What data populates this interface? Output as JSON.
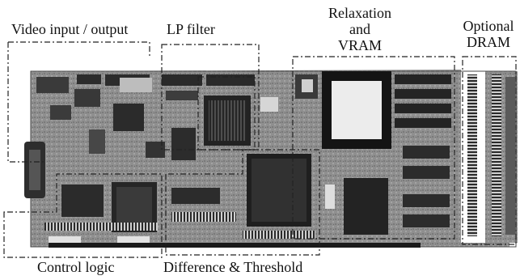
{
  "labels": {
    "video_io": "Video input / output",
    "lp_filter": "LP filter",
    "relaxation_line1": "Relaxation",
    "relaxation_line2": "and",
    "relaxation_line3": "VRAM",
    "optional_line1": "Optional",
    "optional_line2": "DRAM",
    "control_logic": "Control logic",
    "difference_threshold": "Difference & Threshold"
  },
  "colors": {
    "board": "#8c8c8c",
    "board_dark": "#3a3a3a",
    "chip": "#2b2b2b",
    "chip_light": "#e8e8e8",
    "dash": "#222222"
  }
}
